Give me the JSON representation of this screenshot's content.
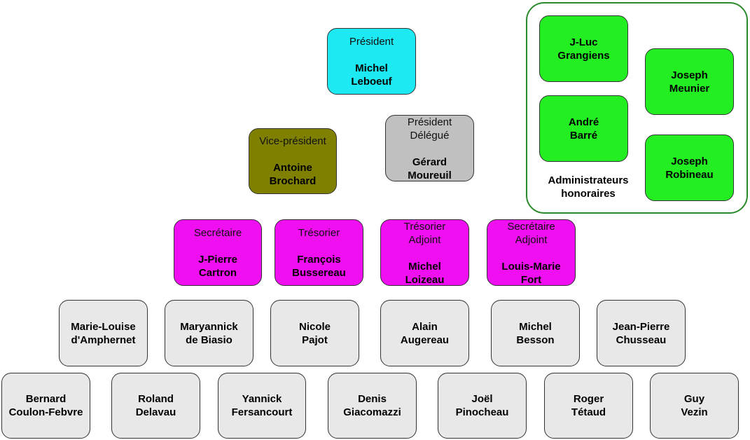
{
  "president": {
    "role": "Président",
    "name1": "Michel",
    "name2": "Leboeuf",
    "color": "#1de9f3"
  },
  "vice_president": {
    "role": "Vice-président",
    "name1": "Antoine",
    "name2": "Brochard",
    "color": "#808000"
  },
  "president_delegue": {
    "role1": "Président",
    "role2": "Délégué",
    "name1": "Gérard",
    "name2": "Moureuil",
    "color": "#c0c0c0"
  },
  "bureau": [
    {
      "role1": "Secrétaire",
      "role2": "",
      "name1": "J-Pierre",
      "name2": "Cartron"
    },
    {
      "role1": "Trésorier",
      "role2": "",
      "name1": "François",
      "name2": "Bussereau"
    },
    {
      "role1": "Trésorier",
      "role2": "Adjoint",
      "name1": "Michel",
      "name2": "Loizeau"
    },
    {
      "role1": "Secrétaire",
      "role2": "Adjoint",
      "name1": "Louis-Marie",
      "name2": "Fort"
    }
  ],
  "members_row1": [
    {
      "name1": "Marie-Louise",
      "name2": "d'Amphernet"
    },
    {
      "name1": "Maryannick",
      "name2": "de Biasio"
    },
    {
      "name1": "Nicole",
      "name2": "Pajot"
    },
    {
      "name1": "Alain",
      "name2": "Augereau"
    },
    {
      "name1": "Michel",
      "name2": "Besson"
    },
    {
      "name1": "Jean-Pierre",
      "name2": "Chusseau"
    }
  ],
  "members_row2": [
    {
      "name1": "Bernard",
      "name2": "Coulon-Febvre"
    },
    {
      "name1": "Roland",
      "name2": "Delavau"
    },
    {
      "name1": "Yannick",
      "name2": "Fersancourt"
    },
    {
      "name1": "Denis",
      "name2": "Giacomazzi"
    },
    {
      "name1": "Joël",
      "name2": "Pinocheau"
    },
    {
      "name1": "Roger",
      "name2": "Tétaud"
    },
    {
      "name1": "Guy",
      "name2": "Vezin"
    }
  ],
  "honorary": {
    "caption1": "Administrateurs",
    "caption2": "honoraires",
    "members": [
      {
        "name1": "J-Luc",
        "name2": "Grangiens"
      },
      {
        "name1": "André",
        "name2": "Barré"
      },
      {
        "name1": "Joseph",
        "name2": "Meunier"
      },
      {
        "name1": "Joseph",
        "name2": "Robineau"
      }
    ]
  },
  "colors": {
    "bureau": "#f00ff0",
    "member": "#e8e8e8",
    "honorary": "#22ee22",
    "honorary_frame": "#2b8a2b"
  }
}
